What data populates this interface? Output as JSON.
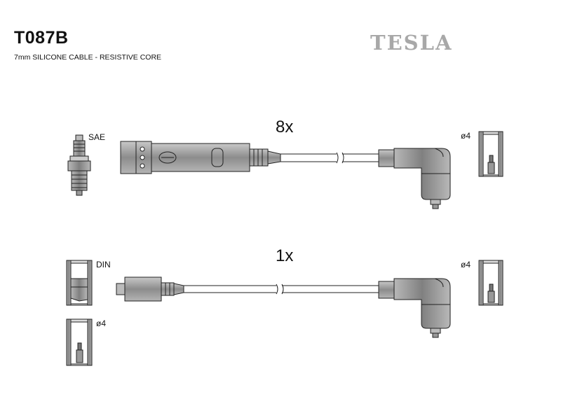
{
  "part_number": "T087B",
  "description": "7mm SILICONE CABLE - RESISTIVE CORE",
  "brand": "TESLA",
  "leads": [
    {
      "quantity": "8x",
      "spark_plug_end": "SAE",
      "distributor_end": "ø4"
    },
    {
      "quantity": "1x",
      "coil_end": "DIN",
      "alt_coil_end": "ø4",
      "distributor_end": "ø4"
    }
  ],
  "colors": {
    "part_fill": "#9a9a9a",
    "part_dark": "#6e6e6e",
    "cable": "#ffffff",
    "line": "#222222",
    "brand": "#a8a8a8"
  }
}
